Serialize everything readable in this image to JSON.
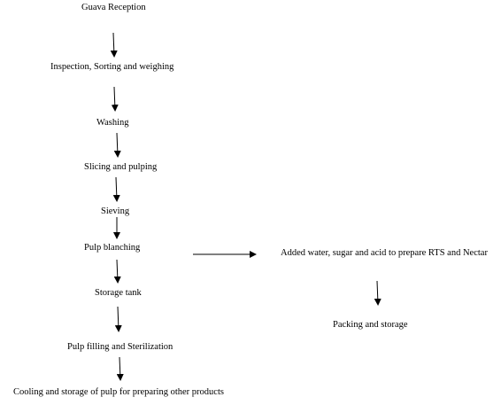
{
  "flowchart": {
    "steps": [
      "Guava Reception",
      "Inspection, Sorting and weighing",
      "Washing",
      "Slicing and pulping",
      "Sieving",
      "Pulp blanching",
      "Storage tank",
      "Pulp filling and Sterilization",
      "Cooling and storage of pulp for preparing other products"
    ],
    "branch": [
      "Added water, sugar and acid to prepare RTS and Nectar",
      "Packing and storage"
    ]
  }
}
